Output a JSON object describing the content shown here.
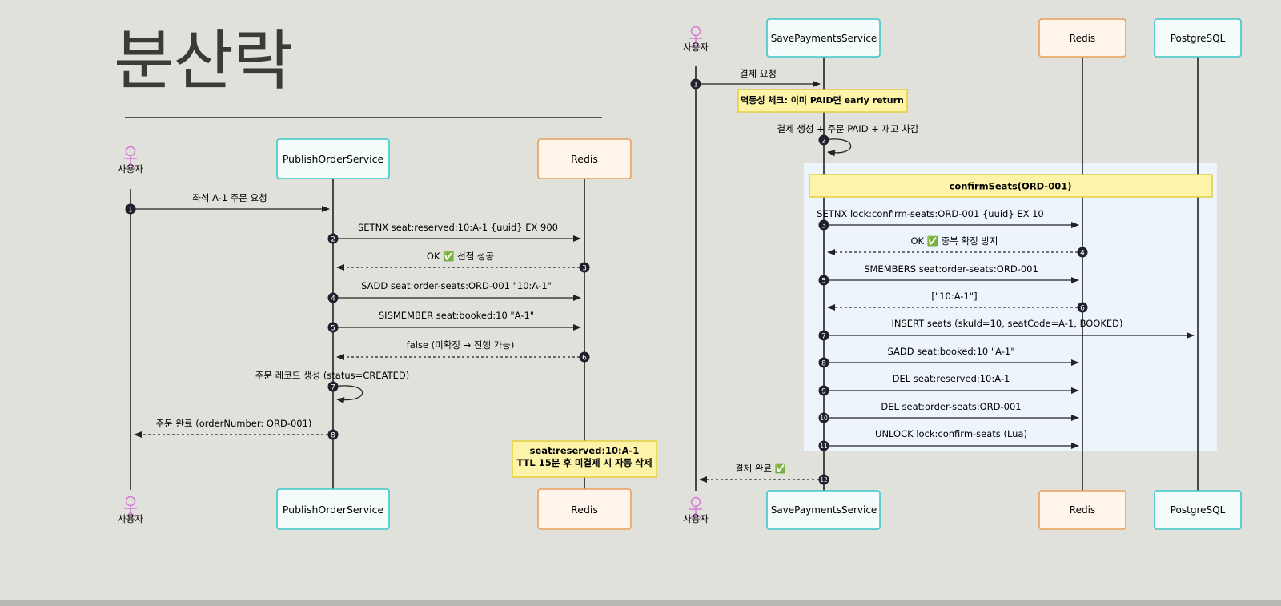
{
  "title": "분산락",
  "colors": {
    "service_fill": "#f4fbfb",
    "service_stroke": "#3cc7c7",
    "redis_fill": "#fff5ea",
    "redis_stroke": "#e9a05a",
    "note_fill": "#fdf3a9",
    "note_stroke": "#e4cc35",
    "group_fill": "#eef4fb",
    "badge": "#1f1f2e",
    "actor": "#d77ad7"
  },
  "left": {
    "actor": "사용자",
    "publish_service": "PublishOrderService",
    "redis": "Redis",
    "messages": [
      {
        "num": "1",
        "text": "좌석 A-1 주문 요청"
      },
      {
        "num": "2",
        "text": "SETNX seat:reserved:10:A-1 {uuid} EX 900"
      },
      {
        "num": "3",
        "text": "OK ✅ 선점 성공"
      },
      {
        "num": "4",
        "text": "SADD seat:order-seats:ORD-001 \"10:A-1\""
      },
      {
        "num": "5",
        "text": "SISMEMBER seat:booked:10 \"A-1\""
      },
      {
        "num": "6",
        "text": "false (미확정 → 진행 가능)"
      },
      {
        "num": "7",
        "text": "주문 레코드 생성 (status=CREATED)"
      },
      {
        "num": "8",
        "text": "주문 완료 (orderNumber: ORD-001)"
      }
    ],
    "note_line1": "seat:reserved:10:A-1",
    "note_line2": "TTL 15분 후 미결제 시 자동 삭제"
  },
  "right": {
    "actor": "사용자",
    "payments_service": "SavePaymentsService",
    "redis": "Redis",
    "postgres": "PostgreSQL",
    "idempotency_note": "멱등성 체크: 이미 PAID면 early return",
    "group_title": "confirmSeats(ORD-001)",
    "messages": [
      {
        "num": "1",
        "text": "결제 요청"
      },
      {
        "num": "2",
        "text": "결제 생성 + 주문 PAID + 재고 차감"
      },
      {
        "num": "3",
        "text": "SETNX lock:confirm-seats:ORD-001 {uuid} EX 10"
      },
      {
        "num": "4",
        "text": "OK ✅ 중복 확정 방지"
      },
      {
        "num": "5",
        "text": "SMEMBERS seat:order-seats:ORD-001"
      },
      {
        "num": "6",
        "text": "[\"10:A-1\"]"
      },
      {
        "num": "7",
        "text": "INSERT seats (skuId=10, seatCode=A-1, BOOKED)"
      },
      {
        "num": "8",
        "text": "SADD seat:booked:10 \"A-1\""
      },
      {
        "num": "9",
        "text": "DEL seat:reserved:10:A-1"
      },
      {
        "num": "10",
        "text": "DEL seat:order-seats:ORD-001"
      },
      {
        "num": "11",
        "text": "UNLOCK lock:confirm-seats (Lua)"
      },
      {
        "num": "12",
        "text": "결제 완료 ✅"
      }
    ]
  }
}
